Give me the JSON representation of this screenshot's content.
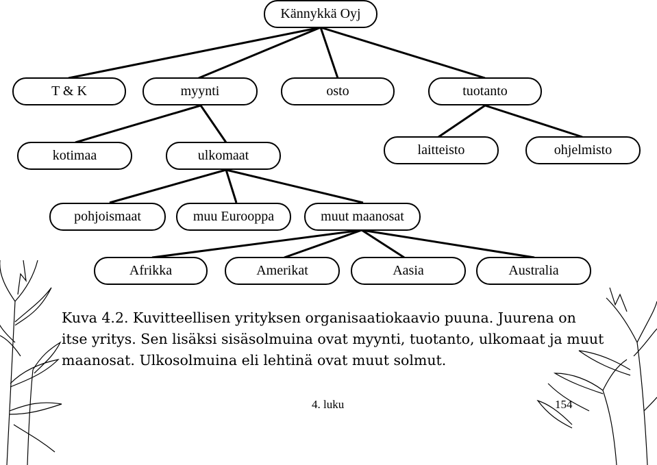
{
  "diagram": {
    "root": "Kännykkä Oyj",
    "departments": [
      "T & K",
      "myynti",
      "osto",
      "tuotanto"
    ],
    "sales_regions": [
      "kotimaa",
      "ulkomaat"
    ],
    "production_units": [
      "laitteisto",
      "ohjelmisto"
    ],
    "foreign_regions": [
      "pohjoismaat",
      "muu Eurooppa",
      "muut maanosat"
    ],
    "continents": [
      "Afrikka",
      "Amerikat",
      "Aasia",
      "Australia"
    ]
  },
  "caption": {
    "line1": "Kuva 4.2. Kuvitteellisen yrityksen organisaatiokaavio puuna. Juurena on",
    "line2": "itse yritys. Sen lisäksi sisäsolmuina ovat myynti, tuotanto, ulkomaat ja muut",
    "line3": "maanosat. Ulkosolmuina eli lehtinä ovat muut solmut."
  },
  "footer": {
    "chapter": "4. luku",
    "page": "154"
  }
}
